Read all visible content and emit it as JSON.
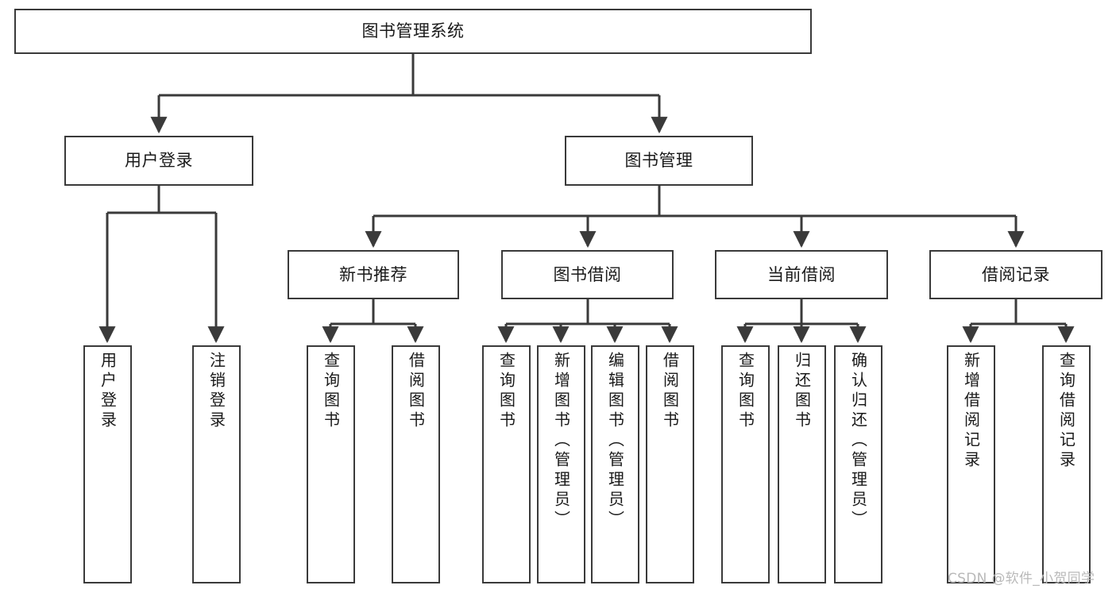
{
  "diagram": {
    "type": "tree-hierarchy-chart",
    "title": "图书管理系统",
    "watermark": "CSDN @软件_小贺同学",
    "colors": {
      "background": "#ffffff",
      "node_border": "#3a3a3a",
      "node_fill": "#ffffff",
      "edge": "#3a3a3a",
      "text": "#1a1a1a",
      "watermark": "#b9b9b9"
    },
    "nodes": {
      "root": {
        "label": "图书管理系统"
      },
      "level2": [
        {
          "id": "user-login",
          "label": "用户登录"
        },
        {
          "id": "book-management",
          "label": "图书管理"
        }
      ],
      "level3": [
        {
          "id": "new-book-recommend",
          "label": "新书推荐"
        },
        {
          "id": "book-borrow",
          "label": "图书借阅"
        },
        {
          "id": "current-borrow",
          "label": "当前借阅"
        },
        {
          "id": "borrow-record",
          "label": "借阅记录"
        }
      ],
      "leaves": {
        "user_login": [
          {
            "id": "leaf-user-login",
            "label": "用户登录"
          },
          {
            "id": "leaf-logout-login",
            "label": "注销登录"
          }
        ],
        "new_book_recommend": [
          {
            "id": "leaf-query-book-1",
            "label": "查询图书"
          },
          {
            "id": "leaf-borrow-book-1",
            "label": "借阅图书"
          }
        ],
        "book_borrow": [
          {
            "id": "leaf-query-book-2",
            "label": "查询图书"
          },
          {
            "id": "leaf-add-book",
            "label": "新增图书（管理员）"
          },
          {
            "id": "leaf-edit-book",
            "label": "编辑图书（管理员）"
          },
          {
            "id": "leaf-borrow-book-2",
            "label": "借阅图书"
          }
        ],
        "current_borrow": [
          {
            "id": "leaf-query-book-3",
            "label": "查询图书"
          },
          {
            "id": "leaf-return-book",
            "label": "归还图书"
          },
          {
            "id": "leaf-confirm-return",
            "label": "确认归还（管理员）"
          }
        ],
        "borrow_record": [
          {
            "id": "leaf-add-borrow-record",
            "label": "新增借阅记录"
          },
          {
            "id": "leaf-query-borrow-record",
            "label": "查询借阅记录"
          }
        ]
      }
    }
  }
}
